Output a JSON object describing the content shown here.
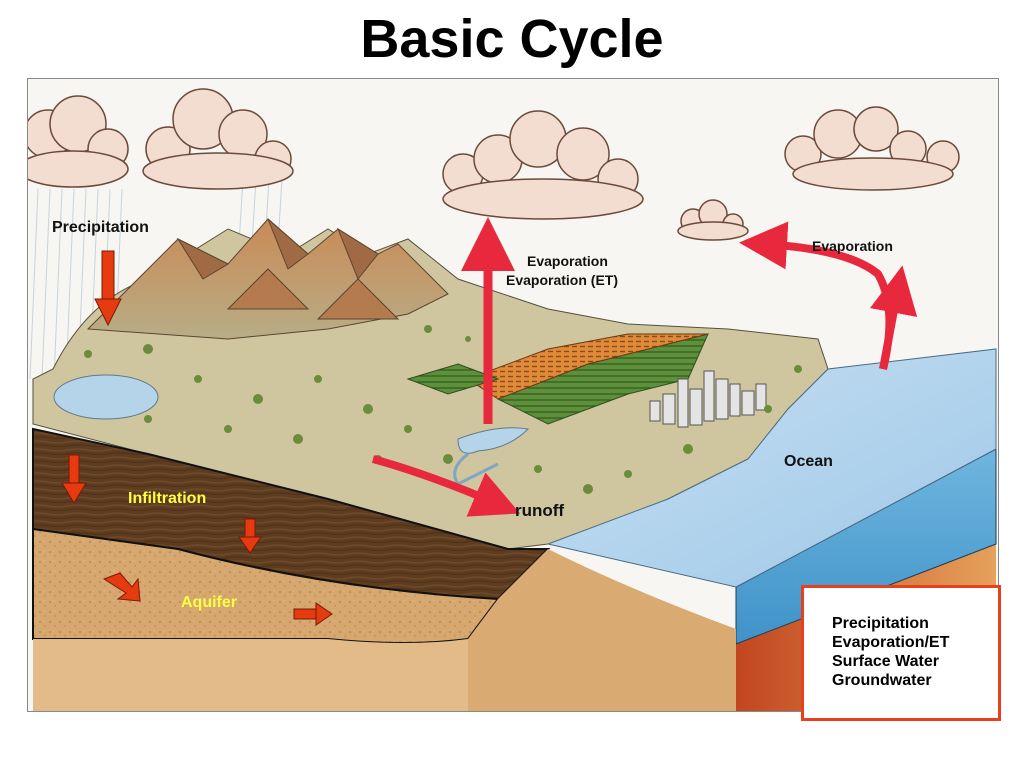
{
  "title": "Basic Cycle",
  "labels": {
    "precipitation": "Precipitation",
    "evaporation_center_1": "Evaporation",
    "evaporation_center_2": "Evaporation (ET)",
    "evaporation_right": "Evaporation",
    "ocean": "Ocean",
    "runoff": "runoff",
    "infiltration": "Infiltration",
    "aquifer": "Aquifer"
  },
  "legend": {
    "items": [
      "Precipitation",
      "Evaporation/ET",
      "Surface Water",
      "Groundwater"
    ]
  },
  "colors": {
    "arrow": "#e8283c",
    "soil_arrow": "#e63a10",
    "legend_border": "#e8401c",
    "ocean": "#a9cdea",
    "ocean_side": "#5aa8d6",
    "soil_dark": "#5b3a1f",
    "sand": "#d9aa72",
    "land": "#cfc6a0"
  }
}
